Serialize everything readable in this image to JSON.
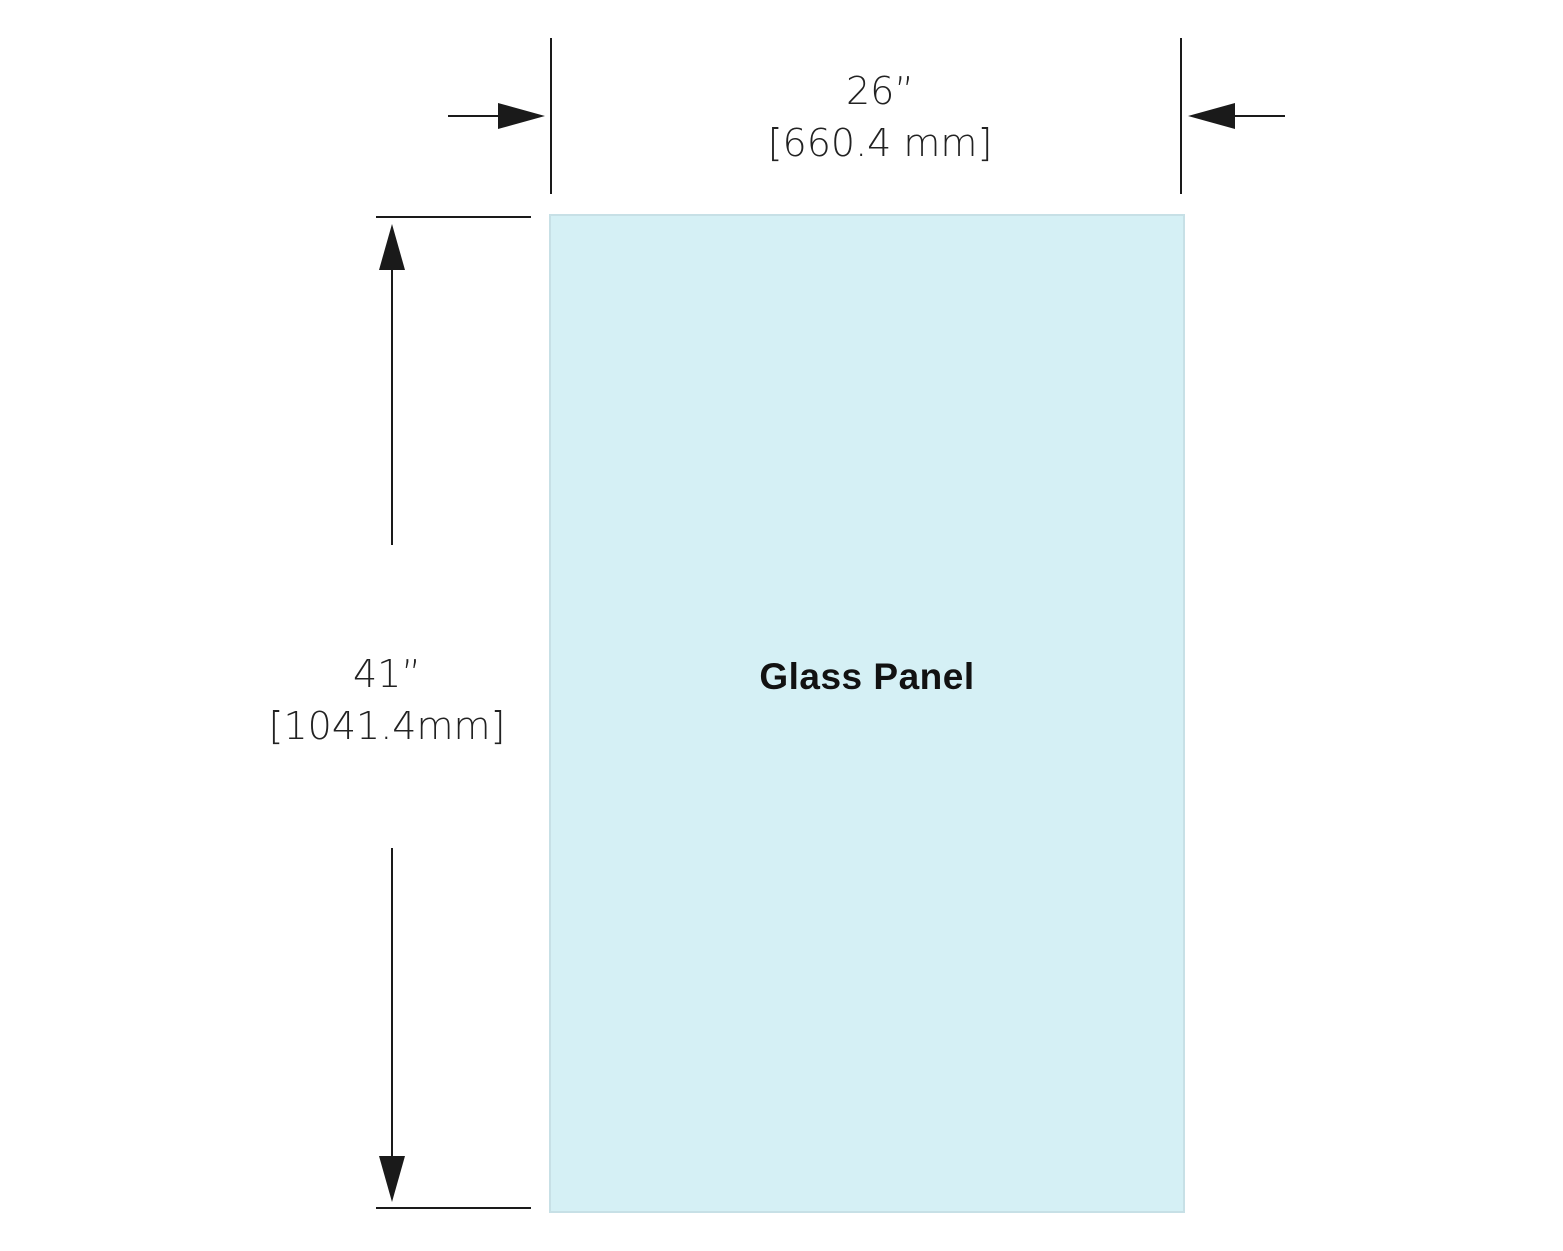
{
  "diagram": {
    "panel": {
      "label": "Glass Panel",
      "fill_color": "#d5f0f5",
      "border_color": "#c7e0e6"
    },
    "width_dimension": {
      "imperial": "26”",
      "metric": "[660.4 mm]"
    },
    "height_dimension": {
      "imperial": "41”",
      "metric": "[1041.4mm]"
    },
    "line_color": "#1a1a1a"
  }
}
